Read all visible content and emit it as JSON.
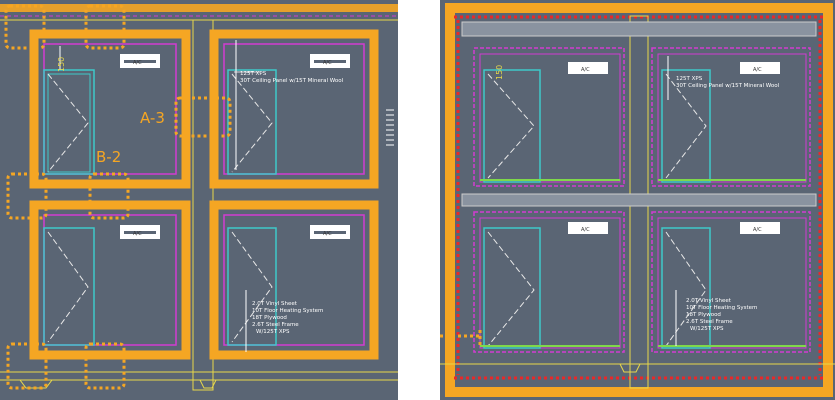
{
  "left": {
    "callout_a": "A-3",
    "callout_b": "B-2",
    "dim_label": "150",
    "unit_label": "A/C",
    "ceiling_note": [
      "125T XPS",
      "30T Ceiling Panel w/15T Mineral Wool"
    ],
    "floor_note": [
      "2.0T Vinyl Sheet",
      "10T Floor Heating System",
      "18T Plywood",
      "2.6T Steel Frame",
      "W/125T XPS"
    ]
  },
  "right": {
    "dim_label": "150",
    "unit_label": "A/C",
    "ceiling_note": [
      "125T XPS",
      "30T Ceiling Panel w/15T Mineral Wool"
    ],
    "floor_note": [
      "2.0T Vinyl Sheet",
      "10T Floor Heating System",
      "18T Plywood",
      "2.6T Steel Frame",
      "W/125T XPS"
    ]
  },
  "colors": {
    "background": "#5a6574",
    "frame_orange": "#f5a623",
    "wall_magenta": "#d23cd2",
    "door_cyan": "#3ec9c9",
    "line_yellow": "#e8d84a",
    "red_dotted": "#e8282a",
    "floor_green": "#7fd84a"
  }
}
